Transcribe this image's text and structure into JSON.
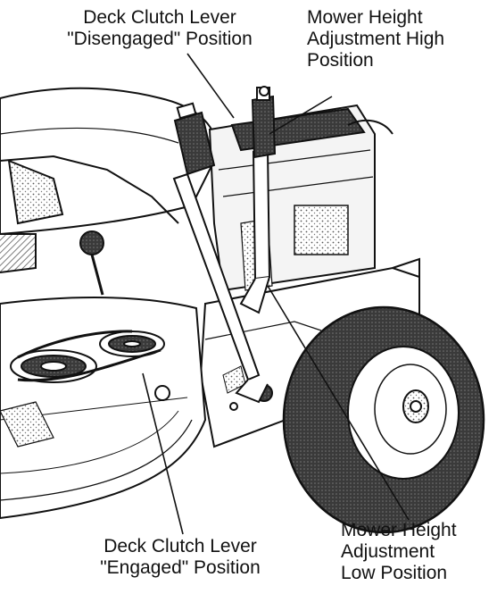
{
  "callouts": {
    "disengaged": {
      "line1": "Deck Clutch Lever",
      "line2": "\"Disengaged\" Position"
    },
    "high": {
      "line1": "Mower Height",
      "line2": "Adjustment High",
      "line3": "Position"
    },
    "engaged": {
      "line1": "Deck Clutch Lever",
      "line2": "\"Engaged\" Position"
    },
    "low": {
      "line1": "Mower Height",
      "line2": "Adjustment",
      "line3": "Low Position"
    }
  },
  "colors": {
    "ink": "#111111",
    "paper": "#ffffff",
    "tire": "#1c1c1c",
    "shade": "#6a6a6a"
  }
}
